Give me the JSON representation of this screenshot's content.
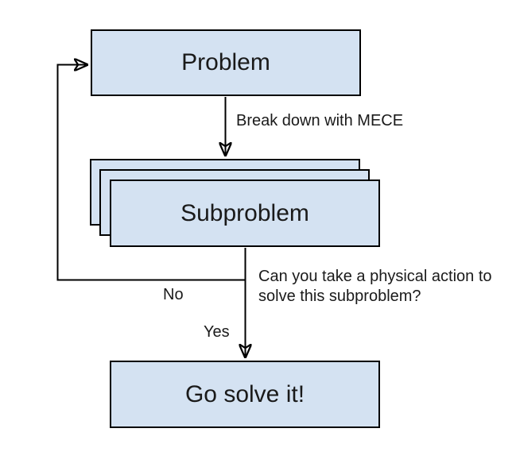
{
  "diagram": {
    "type": "flowchart",
    "colors": {
      "node_fill": "#d4e2f2",
      "node_border": "#000000",
      "line": "#000000",
      "text": "#1a1a1a",
      "background": "#ffffff"
    },
    "nodes": {
      "problem": {
        "label": "Problem"
      },
      "subproblem": {
        "label": "Subproblem",
        "stacked_copies": 3
      },
      "go_solve": {
        "label": "Go solve it!"
      }
    },
    "edges": {
      "breakdown": {
        "label": "Break down with MECE",
        "from": "problem",
        "to": "subproblem"
      },
      "question": {
        "label": "Can you take a physical action to solve this subproblem?",
        "lines": [
          "Can you take a physical action to",
          "solve this subproblem?"
        ]
      },
      "no": {
        "label": "No",
        "from": "subproblem",
        "to": "problem"
      },
      "yes": {
        "label": "Yes",
        "from": "subproblem",
        "to": "go_solve"
      }
    }
  }
}
